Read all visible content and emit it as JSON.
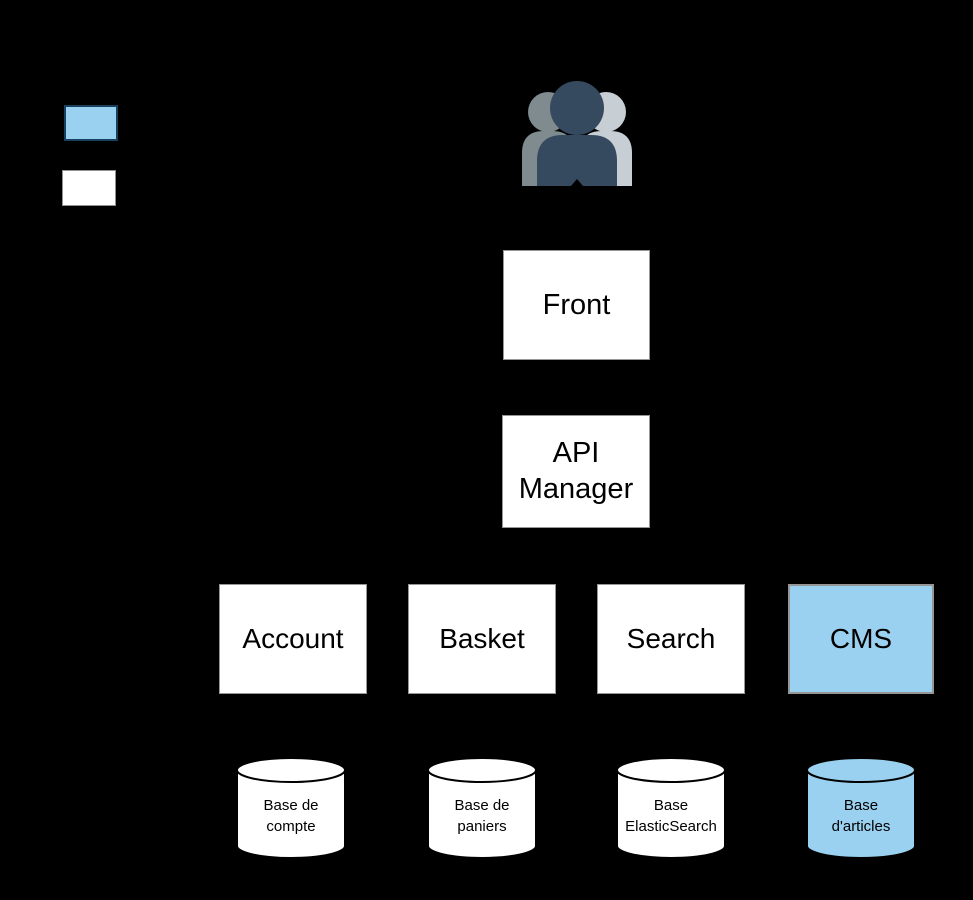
{
  "diagram": {
    "background": "#000000",
    "accent_blue": "#9bd1f0",
    "legend": {
      "swatches": [
        {
          "id": "highlight-blue",
          "fill": "#9bd1f0",
          "border": "#17405e"
        },
        {
          "id": "standard-white",
          "fill": "#ffffff",
          "border": "#909090"
        }
      ]
    },
    "users_icon": {
      "name": "users-group",
      "front_color": "#35495f",
      "front_notch_color": "#2a3c50",
      "back_left_color": "#7f8b8e",
      "back_right_color": "#c7cfd5"
    },
    "nodes": {
      "front": {
        "label": "Front",
        "fill": "#ffffff"
      },
      "api_manager": {
        "label": "API Manager",
        "fill": "#ffffff"
      },
      "services": [
        {
          "label": "Account",
          "fill": "#ffffff",
          "border": "#969696"
        },
        {
          "label": "Basket",
          "fill": "#ffffff",
          "border": "#969696"
        },
        {
          "label": "Search",
          "fill": "#ffffff",
          "border": "#969696"
        },
        {
          "label": "CMS",
          "fill": "#9bd1f0",
          "border": "#17405e"
        }
      ],
      "databases": [
        {
          "label": "Base de compte",
          "lines": [
            "Base de",
            "compte"
          ],
          "fill": "#ffffff"
        },
        {
          "label": "Base de paniers",
          "lines": [
            "Base de",
            "paniers"
          ],
          "fill": "#ffffff"
        },
        {
          "label": "Base ElasticSearch",
          "lines": [
            "Base",
            "ElasticSearch"
          ],
          "fill": "#ffffff"
        },
        {
          "label": "Base d'articles",
          "lines": [
            "Base",
            "d'articles"
          ],
          "fill": "#9bd1f0"
        }
      ]
    }
  }
}
